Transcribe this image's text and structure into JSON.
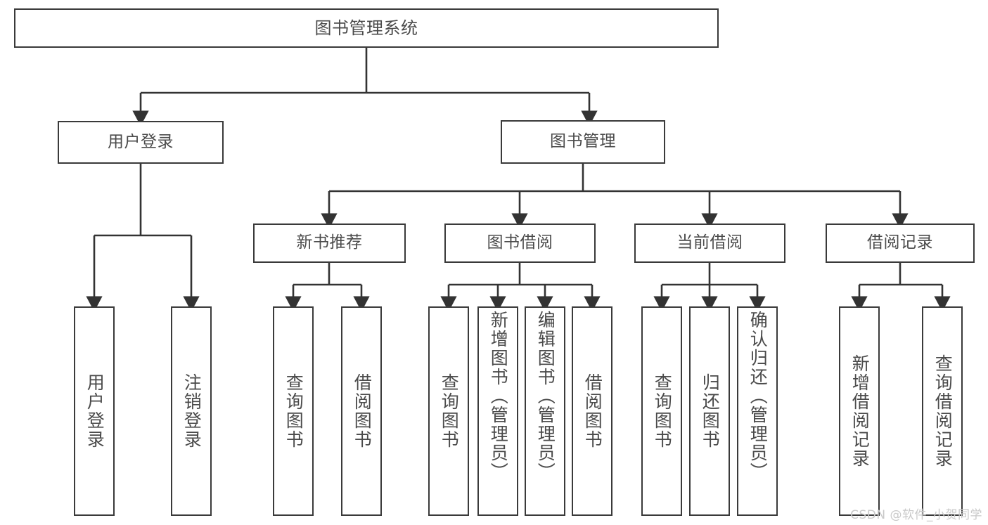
{
  "diagram": {
    "title": "图书管理系统",
    "type": "功能结构图",
    "colors": {
      "box_border": "#3a3a3a",
      "box_fill": "#ffffff",
      "text": "#4a4a4a",
      "connector": "#333333",
      "watermark": "#c9c9c9",
      "background": "#ffffff"
    },
    "watermark": "CSDN @软件_小贺同学",
    "root": {
      "label": "图书管理系统"
    },
    "level2": [
      {
        "label": "用户登录"
      },
      {
        "label": "图书管理"
      }
    ],
    "level3": [
      {
        "label": "新书推荐"
      },
      {
        "label": "图书借阅"
      },
      {
        "label": "当前借阅"
      },
      {
        "label": "借阅记录"
      }
    ],
    "leaves": {
      "user_login": [
        {
          "label": "用户登录"
        },
        {
          "label": "注销登录"
        }
      ],
      "new_book_recommend": [
        {
          "label": "查询图书"
        },
        {
          "label": "借阅图书"
        }
      ],
      "book_borrow": [
        {
          "label": "查询图书"
        },
        {
          "label": "新增图书（管理员）"
        },
        {
          "label": "编辑图书（管理员）"
        },
        {
          "label": "借阅图书"
        }
      ],
      "current_borrow": [
        {
          "label": "查询图书"
        },
        {
          "label": "归还图书"
        },
        {
          "label": "确认归还（管理员）"
        }
      ],
      "borrow_record": [
        {
          "label": "新增借阅记录"
        },
        {
          "label": "查询借阅记录"
        }
      ]
    }
  }
}
